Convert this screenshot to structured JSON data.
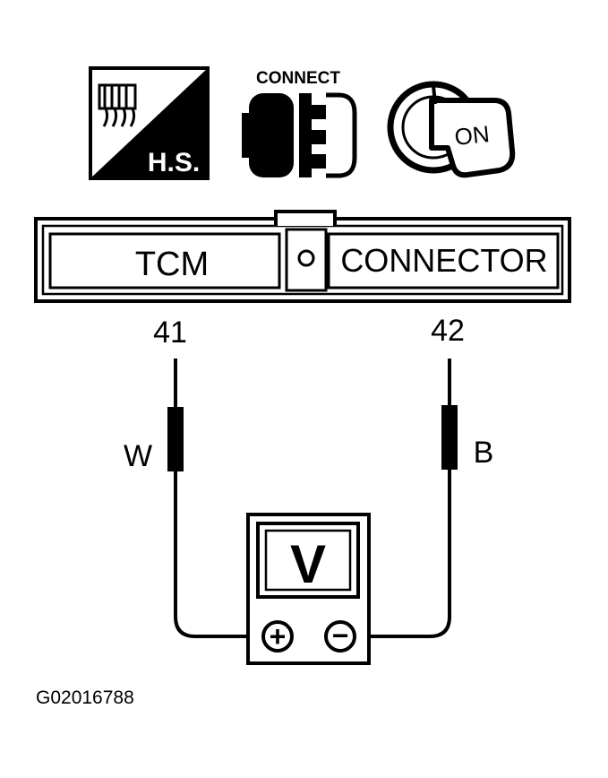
{
  "icons": {
    "harness_badge": "H.S.",
    "connect_caption": "CONNECT",
    "ignition_label": "ON"
  },
  "connector": {
    "left_label": "TCM",
    "right_label": "CONNECTOR"
  },
  "terminals": {
    "left_pin": "41",
    "right_pin": "42"
  },
  "wires": {
    "left_color": "W",
    "right_color": "B"
  },
  "meter": {
    "display": "V",
    "positive_symbol": "+",
    "negative_symbol": "−"
  },
  "figure_id": "G02016788",
  "colors": {
    "ink": "#000000",
    "paper": "#ffffff"
  }
}
